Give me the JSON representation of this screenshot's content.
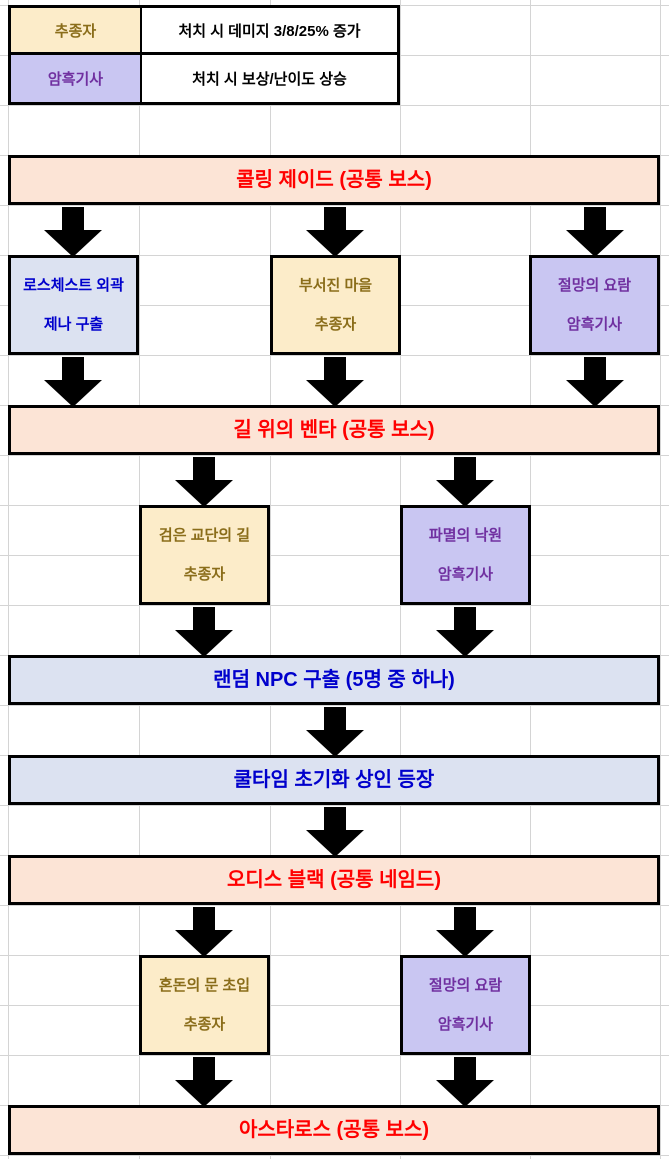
{
  "legend": {
    "rows": [
      {
        "key": "추종자",
        "value": "처치 시 데미지 3/8/25% 증가",
        "key_color": "#8a6d1a",
        "bg": "#fcecc9"
      },
      {
        "key": "암흑기사",
        "value": "처치 시 보상/난이도 상승",
        "key_color": "#7030a0",
        "bg": "#c9c6f2"
      }
    ]
  },
  "colors": {
    "peach_bg": "#fce4d6",
    "peach_text": "#ff0000",
    "blue_bg": "#dce2f1",
    "blue_text": "#0000cc",
    "yellow_bg": "#fcecc9",
    "yellow_text": "#8a6d1a",
    "purple_bg": "#c9c6f2",
    "purple_text": "#7030a0",
    "border": "#000000",
    "gridline": "#d4d4d4",
    "arrow": "#000000"
  },
  "flow": {
    "boss1": {
      "label": "콜링 제이드 (공통 보스)"
    },
    "stage1a": {
      "line1": "로스체스트 외곽",
      "line2": "제나 구출"
    },
    "stage1b": {
      "line1": "부서진 마을",
      "line2": "추종자"
    },
    "stage1c": {
      "line1": "절망의 요람",
      "line2": "암흑기사"
    },
    "boss2": {
      "label": "길 위의 벤타 (공통 보스)"
    },
    "stage2a": {
      "line1": "검은 교단의 길",
      "line2": "추종자"
    },
    "stage2b": {
      "line1": "파멸의 낙원",
      "line2": "암흑기사"
    },
    "event1": {
      "label": "랜덤 NPC 구출 (5명 중 하나)"
    },
    "event2": {
      "label": "쿨타임 초기화 상인 등장"
    },
    "named1": {
      "label": "오디스 블랙 (공통 네임드)"
    },
    "stage3a": {
      "line1": "혼돈의 문 초입",
      "line2": "추종자"
    },
    "stage3b": {
      "line1": "절망의 요람",
      "line2": "암흑기사"
    },
    "boss3": {
      "label": "아스타로스 (공통 보스)"
    }
  },
  "grid": {
    "columns_x": [
      8,
      139,
      270,
      400,
      530,
      660
    ],
    "rows_y": [
      5,
      55,
      105,
      155,
      205,
      255,
      305,
      355,
      405,
      455,
      505,
      555,
      605,
      655,
      705,
      755,
      805,
      855,
      905,
      955,
      1005,
      1055,
      1105,
      1155
    ]
  }
}
